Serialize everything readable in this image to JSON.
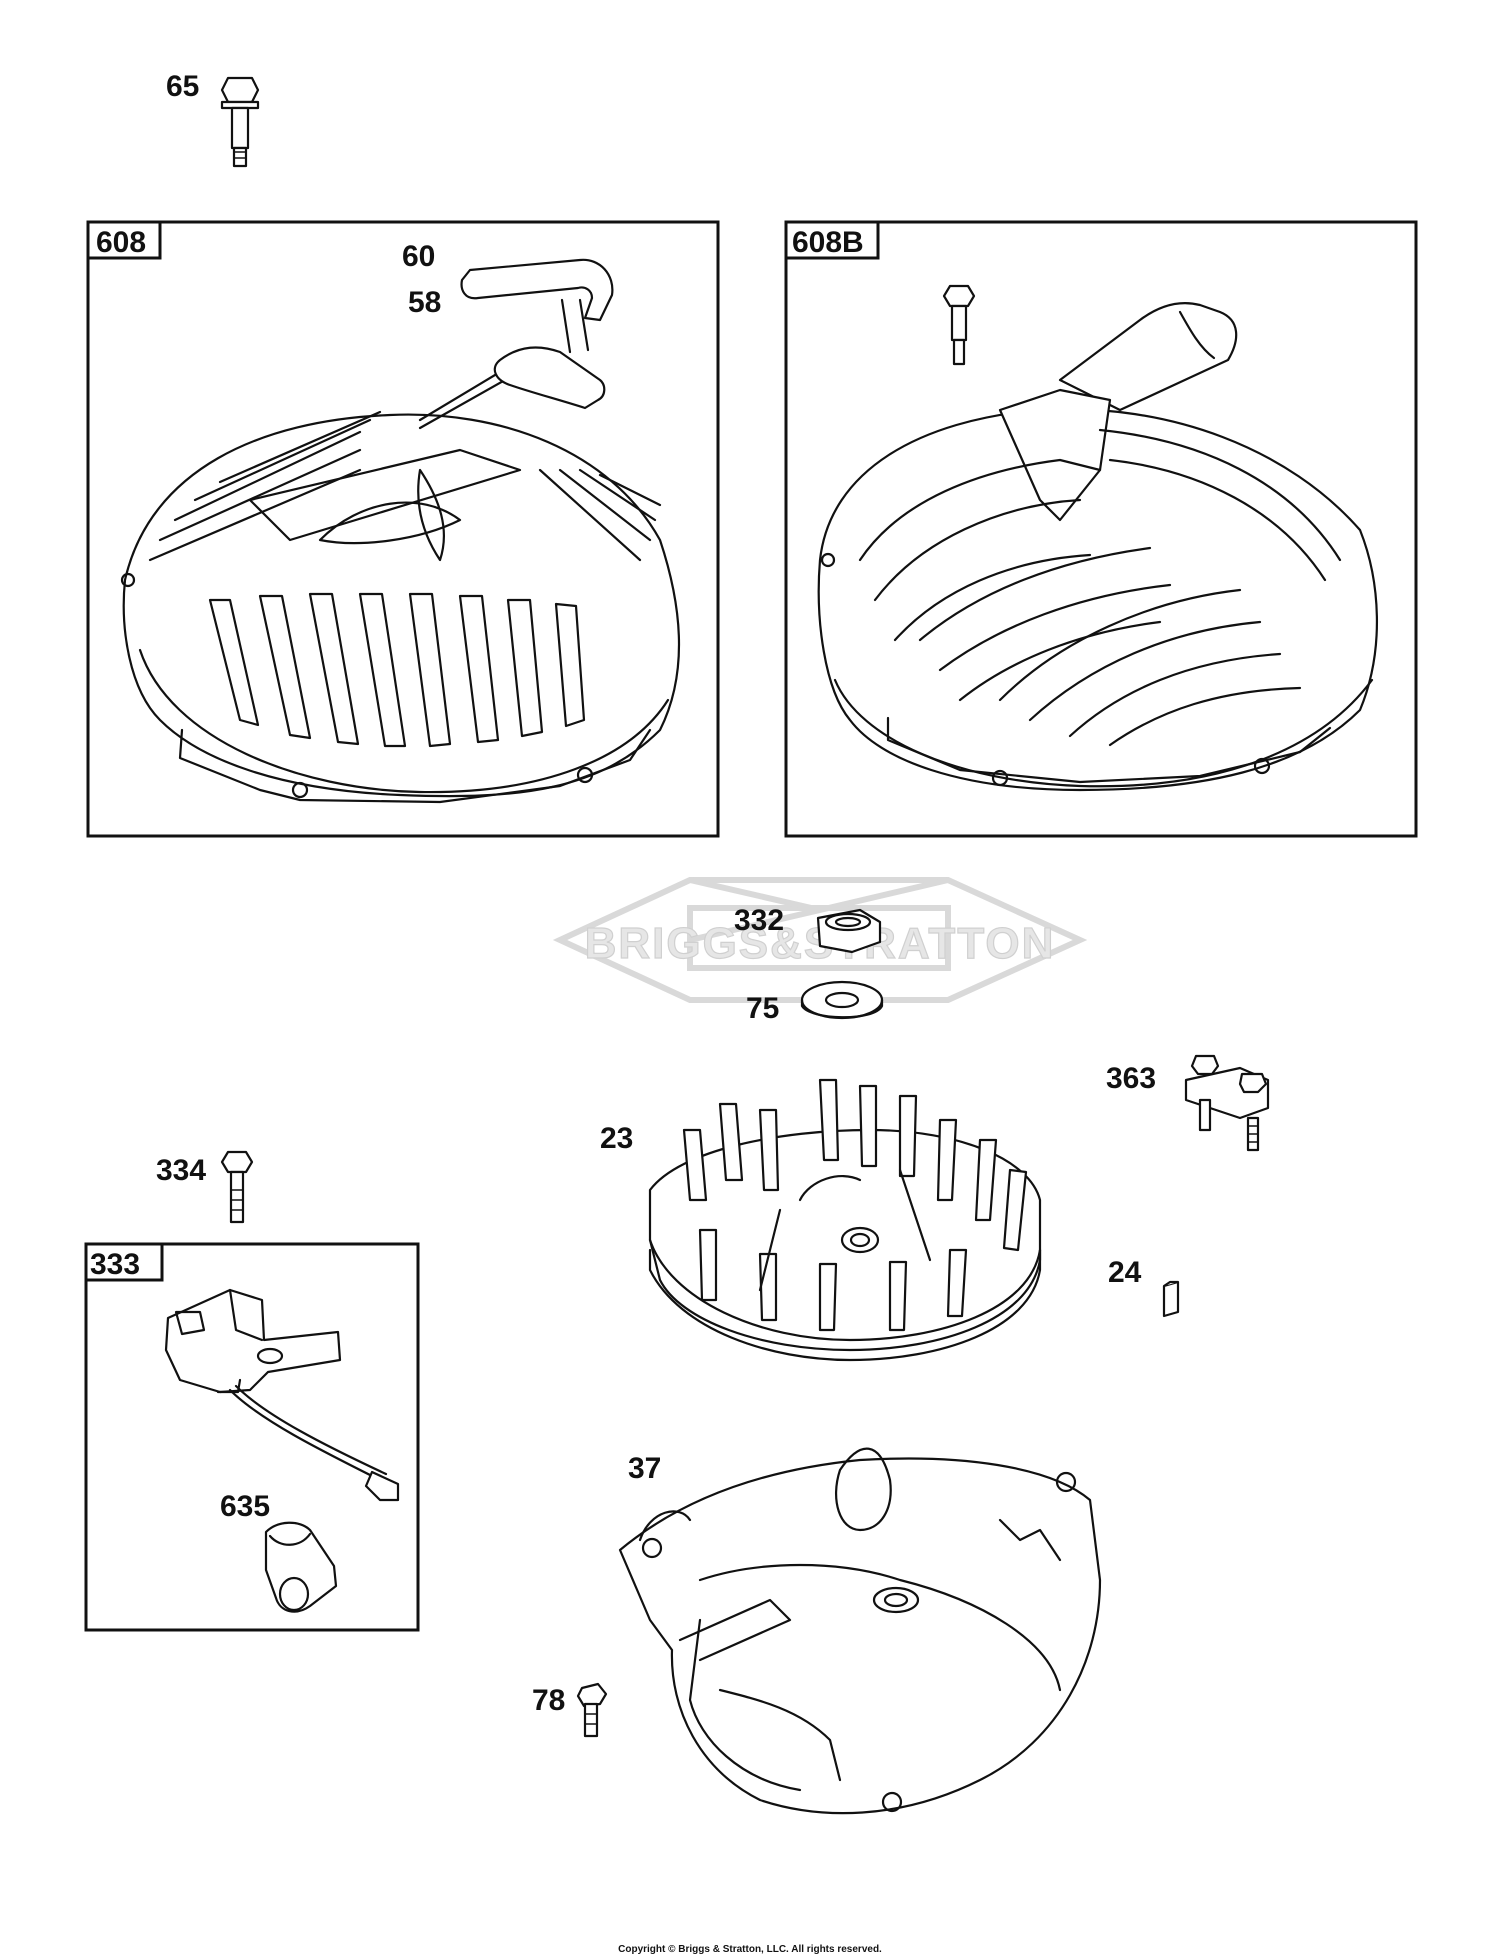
{
  "watermark": {
    "text": "BRIGGS&STRATTON"
  },
  "boxes": [
    {
      "id": "608",
      "label": "608"
    },
    {
      "id": "608B",
      "label": "608B"
    },
    {
      "id": "333",
      "label": "333"
    }
  ],
  "callouts": {
    "c65": "65",
    "c60": "60",
    "c58": "58",
    "c332": "332",
    "c75": "75",
    "c363": "363",
    "c23": "23",
    "c334": "334",
    "c24": "24",
    "c635": "635",
    "c37": "37",
    "c78": "78"
  },
  "footer": {
    "copyright": "Copyright © Briggs & Stratton, LLC. All rights reserved."
  }
}
